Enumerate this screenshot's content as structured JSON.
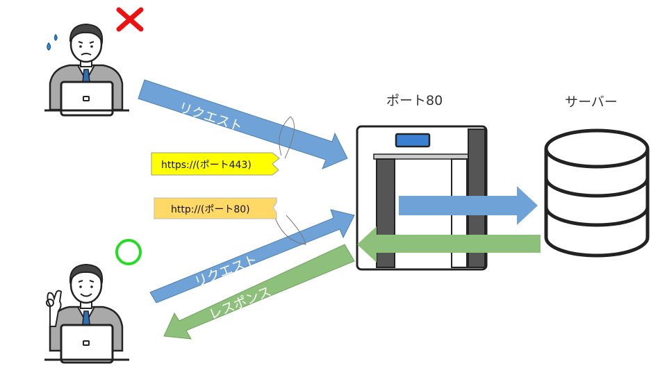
{
  "labels": {
    "port80": "ポート80",
    "server": "サーバー"
  },
  "arrows": {
    "request_top": "リクエスト",
    "request_bottom": "リクエスト",
    "response": "レスポンス"
  },
  "callouts": {
    "https": "https://(ポート443)",
    "http": "http://(ポート80)"
  },
  "marks": {
    "top": "cross",
    "bottom": "circle"
  },
  "colors": {
    "request_arrow": "#6fa3d8",
    "response_arrow": "#8dc07a",
    "https_callout": "#ffff00",
    "http_callout": "#ffd966",
    "cross": "#ee1111",
    "circle": "#22dd22"
  }
}
